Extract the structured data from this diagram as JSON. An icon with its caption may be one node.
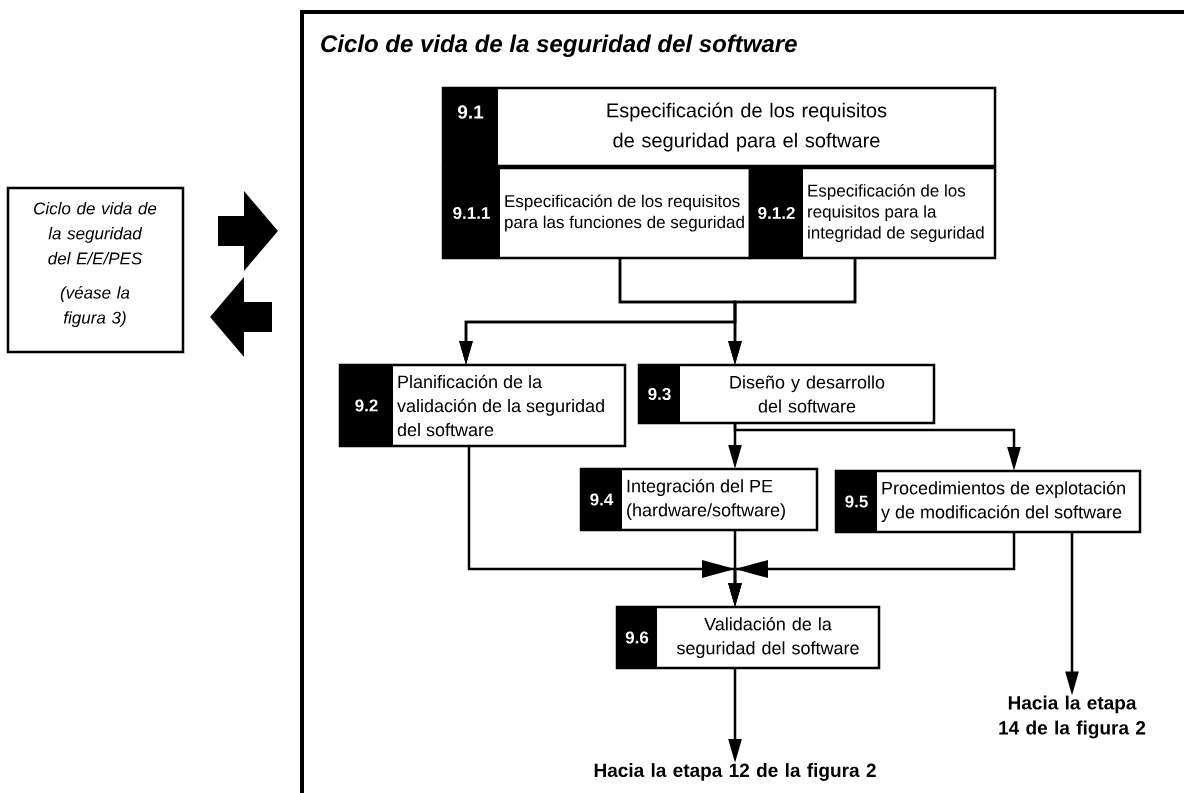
{
  "diagram": {
    "nodes": [
      {
        "text": [
          "Ciclo de vida de la seguridad del E/E/PES",
          "(véase la figura 3)"
        ]
      },
      {
        "text": [
          "Ciclo de vida de la seguridad del software"
        ]
      },
      {
        "text": [
          "9.1",
          "Especificación de los requisitos de seguridad para el software"
        ],
        "in": 1
      },
      {
        "text": [
          "9.1.1",
          "Especificación de los requisitos para las funciones de seguridad"
        ],
        "in": 1
      },
      {
        "text": [
          "9.1.2",
          "Especificación de los requisitos para la integridad de seguridad"
        ],
        "in": 1
      },
      {
        "text": [
          "9.2",
          "Planificación de la validación de la seguridad del software"
        ],
        "in": 1
      },
      {
        "text": [
          "9.3",
          "Diseño y desarrollo del software"
        ],
        "in": 1
      },
      {
        "text": [
          "9.4",
          "Integración del PE (hardware/software)"
        ],
        "in": 1
      },
      {
        "text": [
          "9.5",
          "Procedimientos de explotación y de modificación del software"
        ],
        "in": 1
      },
      {
        "text": [
          "9.6",
          "Validación de la seguridad del software"
        ],
        "in": 1
      },
      {
        "text": [
          "Hacia la etapa 12 de la figura 2"
        ],
        "in": 1
      },
      {
        "text": [
          "Hacia la etapa 14 de la figura 2"
        ],
        "in": 1
      }
    ],
    "edges": [
      {
        "from": 0,
        "to": 1,
        "arrow": "to",
        "style": "thick"
      },
      {
        "from": 1,
        "to": 0,
        "arrow": "to",
        "style": "thick"
      },
      {
        "from": 3,
        "to": 5,
        "arrow": "to"
      },
      {
        "from": 3,
        "to": 6,
        "arrow": "to"
      },
      {
        "from": 4,
        "to": 5,
        "arrow": "to"
      },
      {
        "from": 4,
        "to": 6,
        "arrow": "to"
      },
      {
        "from": 6,
        "to": 7,
        "arrow": "to"
      },
      {
        "from": 6,
        "to": 8,
        "arrow": "to"
      },
      {
        "from": 5,
        "to": 9,
        "arrow": "to"
      },
      {
        "from": 7,
        "to": 9,
        "arrow": "to"
      },
      {
        "from": 8,
        "to": 9,
        "arrow": "to"
      },
      {
        "from": 9,
        "to": 10,
        "arrow": "to"
      },
      {
        "from": 8,
        "to": 11,
        "arrow": "to"
      }
    ]
  }
}
